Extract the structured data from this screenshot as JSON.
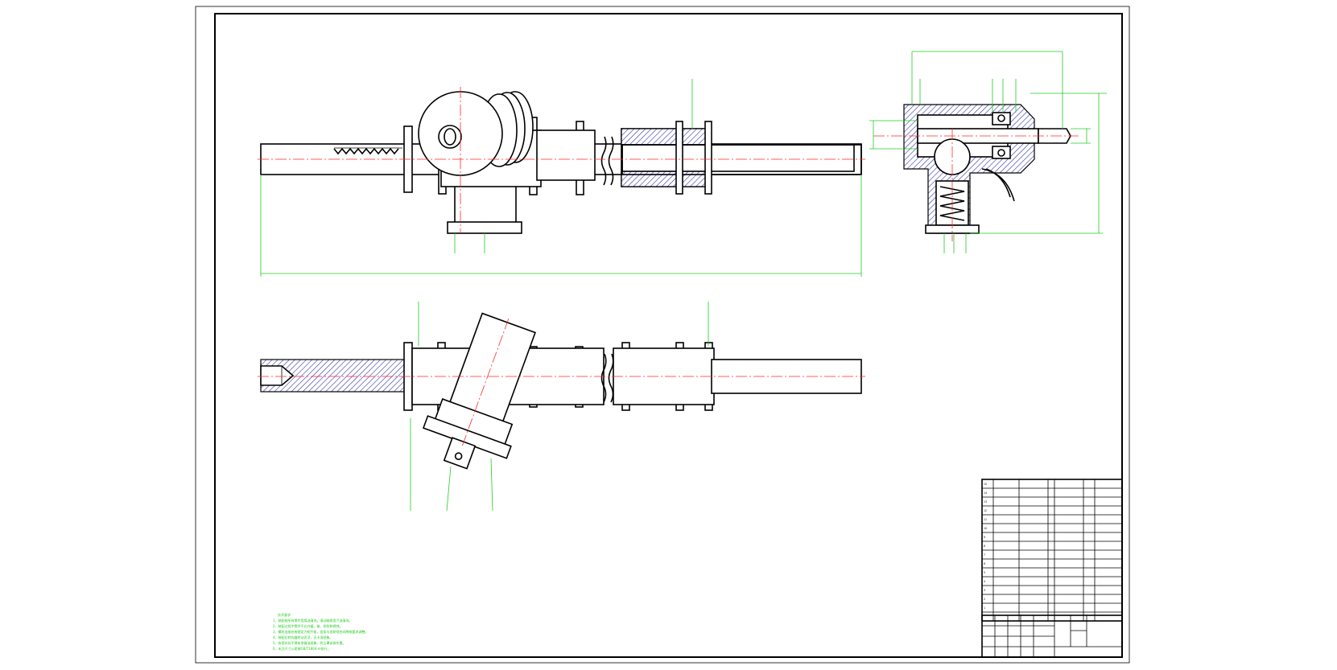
{
  "sheet": {
    "background": "#ffffff",
    "outline_color": "#000000",
    "centerline_color": "#ff2a2a",
    "dimension_color": "#22cc22",
    "section_color": "#3333aa"
  },
  "views": {
    "front": {
      "name": "front-view"
    },
    "top": {
      "name": "top-view"
    },
    "side": {
      "name": "side-section-view"
    }
  },
  "notes": {
    "heading": "技术要求",
    "lines": [
      "1、装配前所有零件用煤油清洗，滚动轴承用汽油清洗。",
      "2、装配过程中零件不允许磕、碰、划伤和锈蚀。",
      "3、螺纹连接处按规定力矩拧紧，齿条与齿轮啮合间隙按要求调整。",
      "4、装配后转向器转动灵活，无卡滞现象。",
      "5、各密封处不得有渗漏油现象，防尘罩安装牢靠。",
      "6、未注尺寸公差按GB/T1804-m执行。"
    ]
  },
  "parts_list": {
    "rows": [
      [
        "15",
        "",
        "",
        "",
        "",
        ""
      ],
      [
        "14",
        "",
        "",
        "",
        "",
        ""
      ],
      [
        "13",
        "",
        "",
        "",
        "",
        ""
      ],
      [
        "12",
        "",
        "",
        "",
        "",
        ""
      ],
      [
        "11",
        "",
        "",
        "",
        "",
        ""
      ],
      [
        "10",
        "",
        "",
        "",
        "",
        ""
      ],
      [
        "9",
        "",
        "",
        "",
        "",
        ""
      ],
      [
        "8",
        "",
        "",
        "",
        "",
        ""
      ],
      [
        "7",
        "",
        "",
        "",
        "",
        ""
      ],
      [
        "6",
        "",
        "",
        "",
        "",
        ""
      ],
      [
        "5",
        "",
        "",
        "",
        "",
        ""
      ],
      [
        "4",
        "",
        "",
        "",
        "",
        ""
      ],
      [
        "3",
        "",
        "",
        "",
        "",
        ""
      ],
      [
        "2",
        "",
        "",
        "",
        "",
        ""
      ],
      [
        "1",
        "",
        "",
        "",
        "",
        ""
      ]
    ]
  },
  "title_block": {
    "drawing_title": "",
    "drawing_number": ""
  }
}
